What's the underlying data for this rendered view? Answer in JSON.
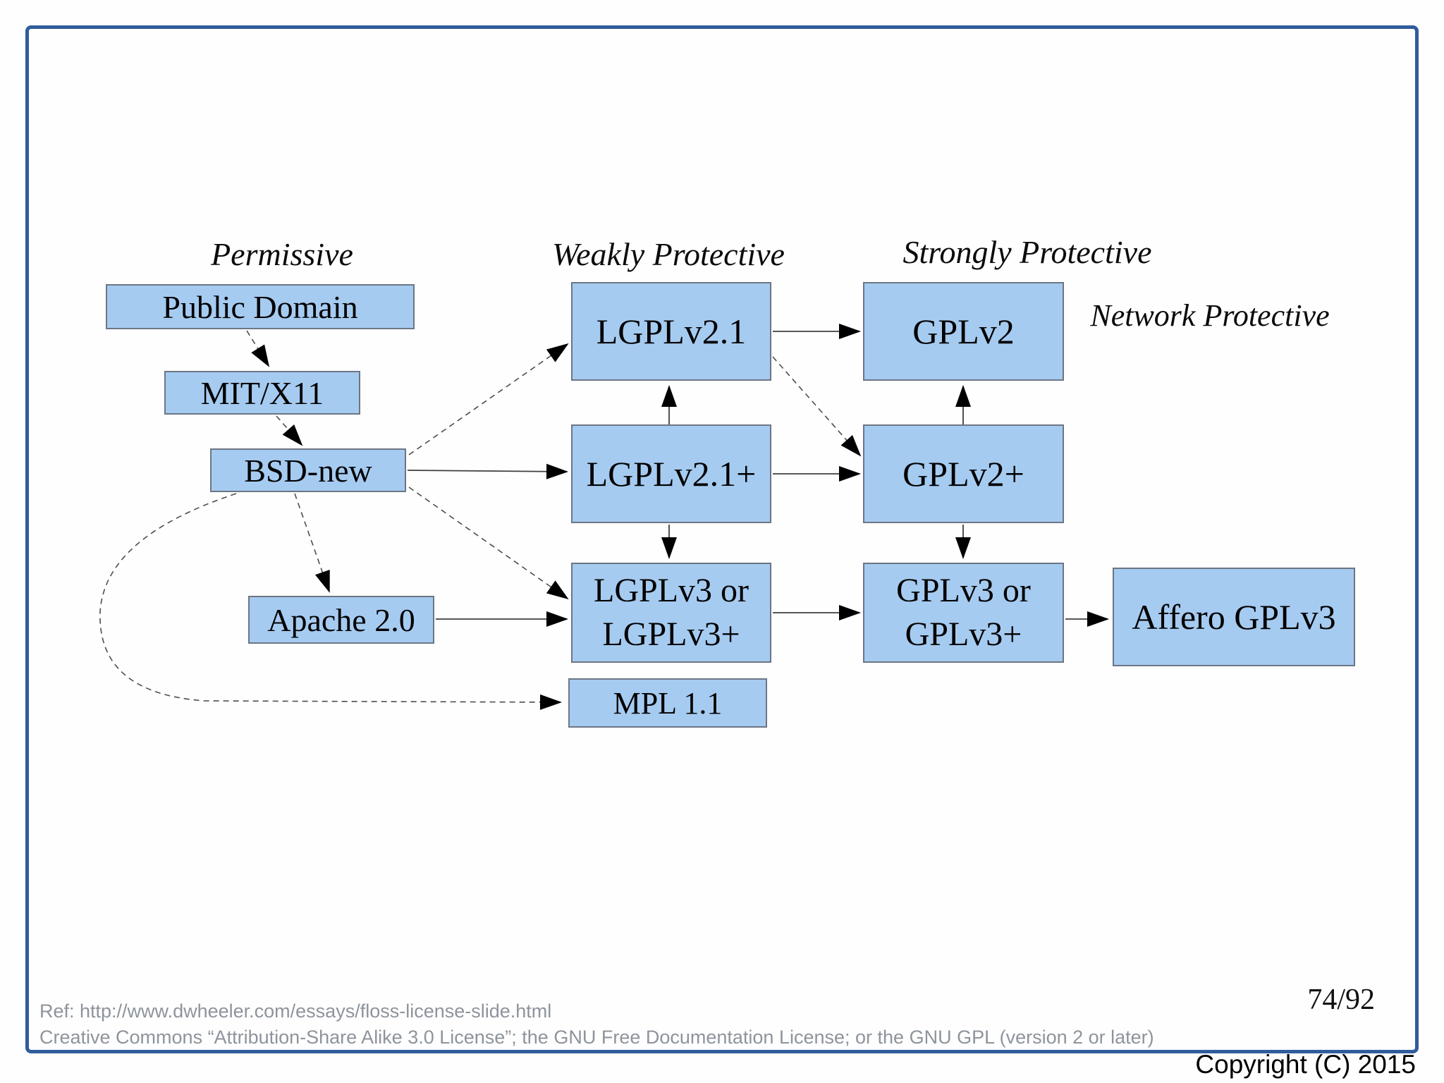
{
  "slide": {
    "page_number": "74/92",
    "copyright": "Copyright (C) 2015",
    "footer": {
      "ref": "Ref: http://www.dwheeler.com/essays/floss-license-slide.html",
      "license": "Creative Commons “Attribution-Share Alike 3.0 License”; the GNU Free Documentation License; or the GNU GPL (version 2 or later)"
    }
  },
  "headers": {
    "permissive": "Permissive",
    "weakly_protective": "Weakly Protective",
    "strongly_protective": "Strongly Protective",
    "network_protective_line1": "Network",
    "network_protective_line2": "Protective"
  },
  "nodes": {
    "public_domain": {
      "label": "Public Domain"
    },
    "mit_x11": {
      "label": "MIT/X11"
    },
    "bsd_new": {
      "label": "BSD-new"
    },
    "apache_2_0": {
      "label": "Apache 2.0"
    },
    "lgplv2_1": {
      "label": "LGPLv2.1"
    },
    "lgplv2_1_plus": {
      "label": "LGPLv2.1+"
    },
    "lgplv3": {
      "line1": "LGPLv3 or",
      "line2": "LGPLv3+"
    },
    "mpl_1_1": {
      "label": "MPL 1.1"
    },
    "gplv2": {
      "label": "GPLv2"
    },
    "gplv2_plus": {
      "label": "GPLv2+"
    },
    "gplv3": {
      "line1": "GPLv3 or",
      "line2": "GPLv3+"
    },
    "affero_gplv3": {
      "label": "Affero GPLv3"
    }
  },
  "edges": [
    {
      "from": "public_domain",
      "to": "mit_x11",
      "style": "dashed"
    },
    {
      "from": "mit_x11",
      "to": "bsd_new",
      "style": "dashed"
    },
    {
      "from": "bsd_new",
      "to": "apache_2_0",
      "style": "dashed"
    },
    {
      "from": "bsd_new",
      "to": "lgplv2_1",
      "style": "dashed"
    },
    {
      "from": "bsd_new",
      "to": "lgplv2_1_plus",
      "style": "solid"
    },
    {
      "from": "bsd_new",
      "to": "lgplv3",
      "style": "dashed"
    },
    {
      "from": "bsd_new",
      "to": "mpl_1_1",
      "style": "dashed-curve"
    },
    {
      "from": "apache_2_0",
      "to": "lgplv3",
      "style": "solid"
    },
    {
      "from": "lgplv2_1",
      "to": "gplv2",
      "style": "solid"
    },
    {
      "from": "lgplv2_1",
      "to": "gplv2_plus",
      "style": "dashed"
    },
    {
      "from": "lgplv2_1_plus",
      "to": "lgplv2_1",
      "style": "solid"
    },
    {
      "from": "lgplv2_1_plus",
      "to": "gplv2_plus",
      "style": "solid"
    },
    {
      "from": "lgplv2_1_plus",
      "to": "lgplv3",
      "style": "solid"
    },
    {
      "from": "lgplv3",
      "to": "gplv3",
      "style": "solid"
    },
    {
      "from": "gplv2_plus",
      "to": "gplv2",
      "style": "solid"
    },
    {
      "from": "gplv2_plus",
      "to": "gplv3",
      "style": "solid"
    },
    {
      "from": "gplv3",
      "to": "affero_gplv3",
      "style": "solid"
    }
  ],
  "colors": {
    "node_fill": "#a6cbf1",
    "node_border": "#6b7685",
    "slide_border": "#2f5c9c",
    "arrow": "#000000",
    "footer_text": "#8e949c"
  }
}
